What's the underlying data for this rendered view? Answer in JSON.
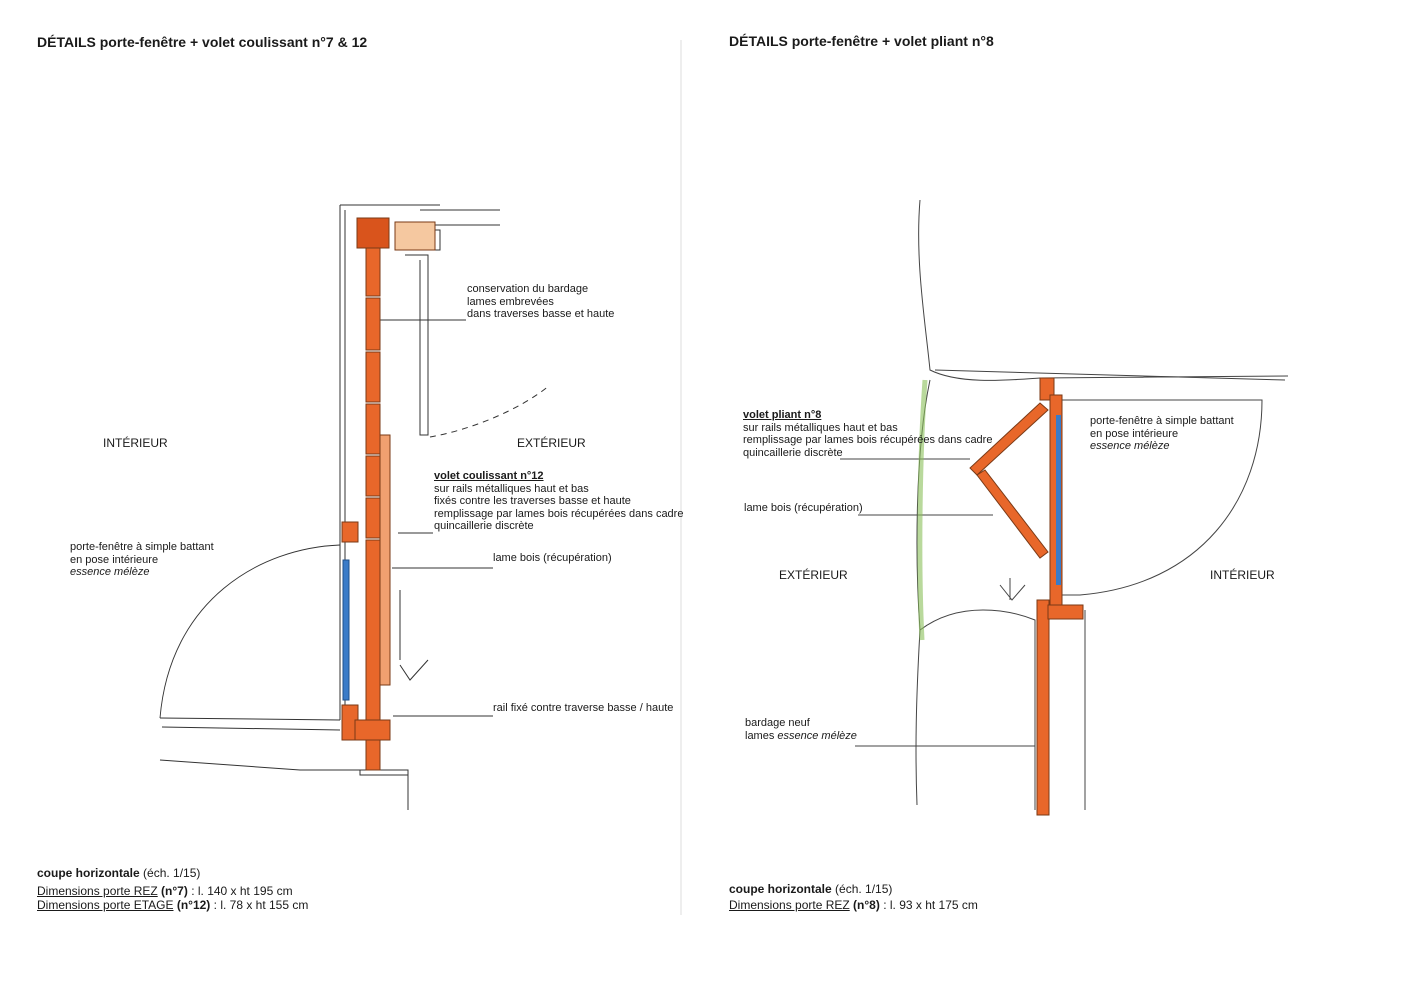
{
  "left": {
    "title": "DÉTAILS porte-fenêtre + volet coulissant n°7 & 12",
    "bardage": [
      "conservation du bardage",
      "lames embrevées",
      "dans traverses basse et haute"
    ],
    "interieur": "INTÉRIEUR",
    "exterieur": "EXTÉRIEUR",
    "volet": {
      "heading": "volet coulissant n°12",
      "lines": [
        "sur rails métalliques haut et bas",
        "fixés contre les traverses basse et haute",
        "remplissage par lames bois récupérées dans cadre",
        "quincaillerie discrète"
      ]
    },
    "porte": {
      "l1": "porte-fenêtre à simple battant",
      "l2": "en pose intérieure",
      "l3": "essence mélèze"
    },
    "lame": "lame bois (récupération)",
    "rail": "rail fixé contre traverse basse / haute",
    "coupe": {
      "bold": "coupe horizontale",
      "rest": " (éch. 1/15)"
    },
    "dims": [
      {
        "link": "Dimensions porte REZ",
        "num": " (n°7)",
        "rest": " : l. 140 x ht 195 cm"
      },
      {
        "link": "Dimensions porte ETAGE",
        "num": " (n°12)",
        "rest": " : l. 78 x ht 155 cm"
      }
    ]
  },
  "right": {
    "title": "DÉTAILS porte-fenêtre + volet pliant n°8",
    "volet": {
      "heading": "volet pliant n°8",
      "lines": [
        "sur rails métalliques haut et bas",
        "remplissage par lames bois récupérées dans cadre",
        "quincaillerie discrète"
      ]
    },
    "porte": {
      "l1": "porte-fenêtre à simple battant",
      "l2": "en pose intérieure",
      "l3": "essence mélèze"
    },
    "lame": "lame bois (récupération)",
    "exterieur": "EXTÉRIEUR",
    "interieur": "INTÉRIEUR",
    "bardage": {
      "l1": "bardage neuf",
      "l2a": "lames ",
      "l2b": "essence mélèze"
    },
    "coupe": {
      "bold": "coupe horizontale",
      "rest": " (éch. 1/15)"
    },
    "dims": [
      {
        "link": "Dimensions porte REZ",
        "num": " (n°8)",
        "rest": " : l. 93 x ht 175 cm"
      }
    ]
  },
  "colors": {
    "wood": "#e8672a",
    "glass": "#3a7bc8",
    "moss": "#8bbf5a"
  }
}
